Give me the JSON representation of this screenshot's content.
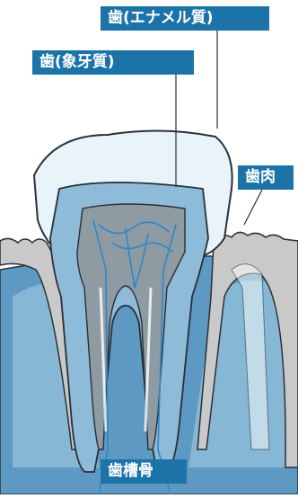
{
  "labels": {
    "enamel": "歯(エナメル質)",
    "dentin": "歯(象牙質)",
    "gum": "歯肉",
    "bone": "歯槽骨"
  },
  "colors": {
    "label_bg": "#1b73a8",
    "label_text": "#ffffff",
    "bone_blue": "#5d99c2",
    "bone_light": "#a8cfe4",
    "gum_gray": "#c9c9c9",
    "enamel_white": "#e9f3fa",
    "dentin_blue": "#8ebbd8",
    "pulp_gray": "#8f9ba3",
    "nerve_blue": "#2d87c9",
    "outline": "#2a2f38"
  }
}
